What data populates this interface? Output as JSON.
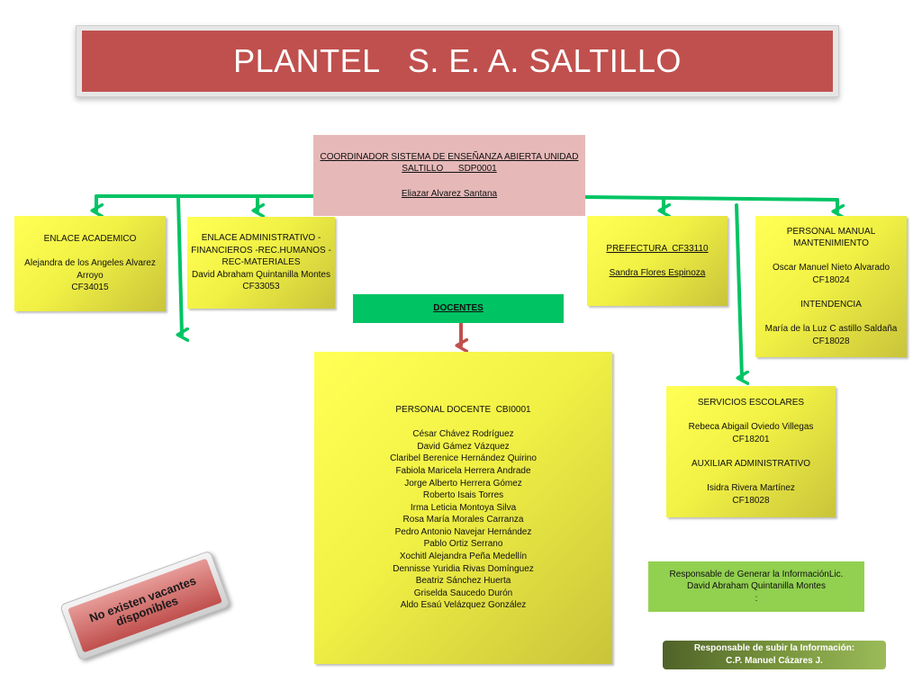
{
  "title": "PLANTEL   S. E. A. SALTILLO",
  "colors": {
    "title_bar": "#c0504d",
    "connector": "#00c464",
    "docentes_arrow": "#c0504d",
    "coordinator_box": "#e6b9b8",
    "box_yellow": "#ffff55",
    "responsable_generar_box": "#92d050",
    "responsable_subir_box": "#77933c"
  },
  "coordinator": {
    "lines": [
      "COORDINADOR SISTEMA DE ENSEÑANZA ABIERTA UNIDAD",
      "SALTILLO      SDP0001",
      "",
      "Eliazar Alvarez Santana"
    ]
  },
  "enlace_academico": {
    "lines": [
      "ENLACE ACADEMICO",
      "",
      "Alejandra de los Angeles Alvarez",
      "Arroyo",
      "CF34015"
    ]
  },
  "enlace_administrativo": {
    "lines": [
      "ENLACE ADMINISTRATIVO -",
      "FINANCIEROS -REC.HUMANOS -",
      "REC-MATERIALES",
      "David Abraham Quintanilla Montes",
      "CF33053"
    ]
  },
  "prefectura": {
    "lines": [
      "PREFECTURA  CF33110",
      "",
      "Sandra Flores Espinoza"
    ]
  },
  "personal_manual": {
    "lines": [
      "PERSONAL MANUAL",
      "MANTENIMIENTO",
      "",
      "Oscar Manuel Nieto Alvarado",
      "CF18024",
      "",
      "INTENDENCIA",
      "",
      "María de la Luz C astillo Saldaña",
      "CF18028"
    ]
  },
  "docentes_label": "DOCENTES",
  "personal_docente": {
    "lines": [
      "PERSONAL DOCENTE  CBI0001",
      "",
      "César Chávez Rodríguez",
      "David Gámez Vázquez",
      "Claribel Berenice Hernández Quirino",
      "Fabiola Maricela Herrera Andrade",
      "Jorge Alberto Herrera Gómez",
      "Roberto Isais Torres",
      "Irma Leticia Montoya Silva",
      "Rosa María Morales Carranza",
      "Pedro Antonio Navejar Hernández",
      "Pablo Ortiz Serrano",
      "Xochitl Alejandra Peña Medellín",
      "Dennisse Yuridia Rivas Domínguez",
      "Beatriz Sánchez Huerta",
      "Griselda Saucedo Durón",
      "Aldo Esaú Velázquez González"
    ]
  },
  "servicios_escolares": {
    "lines": [
      "SERVICIOS ESCOLARES",
      "",
      "Rebeca Abigail Oviedo Villegas",
      "CF18201",
      "",
      "AUXILIAR ADMINISTRATIVO",
      "",
      "Isidra Rivera Martínez",
      "CF18028"
    ]
  },
  "responsable_generar": {
    "lines": [
      "Responsable de Generar la InformaciónLic.",
      "David Abraham Quintanilla Montes",
      ":"
    ]
  },
  "responsable_subir": {
    "lines": [
      "Responsable de subir la Información:",
      "C.P. Manuel Cázares J."
    ]
  },
  "no_vacantes": {
    "lines": [
      "No existen vacantes",
      "disponibles"
    ]
  }
}
